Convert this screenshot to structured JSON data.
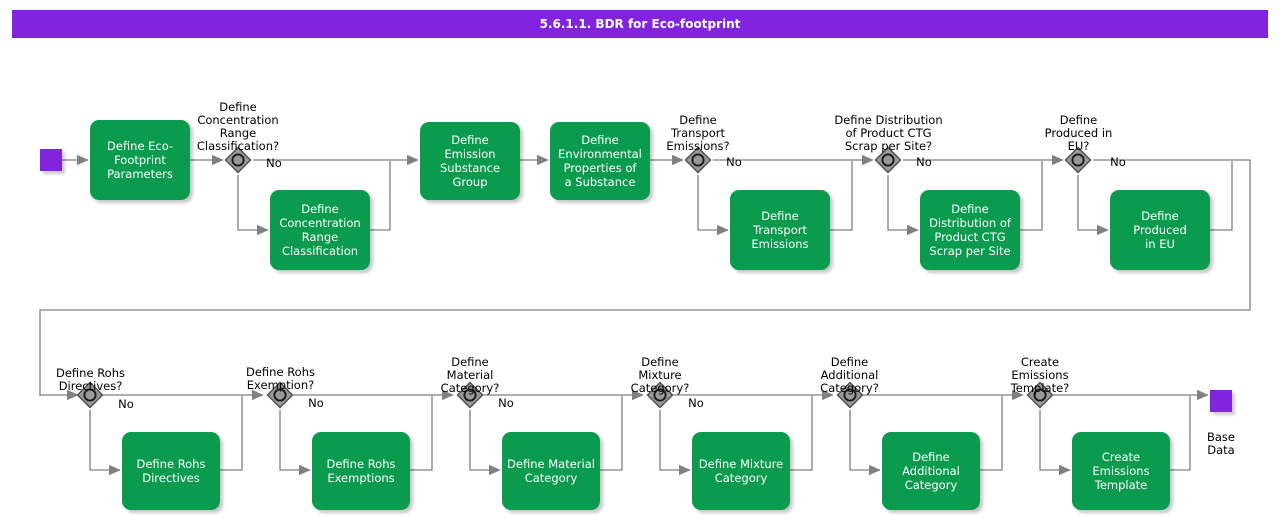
{
  "header": {
    "title": "5.6.1.1. BDR for Eco-footprint",
    "bar_color": "#8223E0",
    "text_color": "#FFFFFF"
  },
  "theme": {
    "task_fill": "#0B9B4E",
    "task_text": "#FFFFFF",
    "gateway_fill": "#999999",
    "gateway_stroke": "#4D4D4D",
    "marker_fill": "#8223E0",
    "connector_stroke": "#808080",
    "background": "#FFFFFF"
  },
  "diagram": {
    "type": "bpmn-flowchart",
    "start_node": {
      "name": "start-marker",
      "label": ""
    },
    "end_node": {
      "name": "end-marker",
      "label": "Base\nData"
    },
    "branch_label": "No",
    "tasks": [
      {
        "id": "t1",
        "label": "Define Eco-\nFootprint\nParameters"
      },
      {
        "id": "t2",
        "label": "Define\nConcentration\nRange\nClassification"
      },
      {
        "id": "t3",
        "label": "Define Emission\nSubstance\nGroup"
      },
      {
        "id": "t4",
        "label": "Define\nEnvironmental\nProperties of\na Substance"
      },
      {
        "id": "t5",
        "label": "Define\nTransport\nEmissions"
      },
      {
        "id": "t6",
        "label": "Define\nDistribution of\nProduct CTG\nScrap per Site"
      },
      {
        "id": "t7",
        "label": "Define Produced\nin EU"
      },
      {
        "id": "t8",
        "label": "Define Rohs\nDirectives"
      },
      {
        "id": "t9",
        "label": "Define Rohs\nExemptions"
      },
      {
        "id": "t10",
        "label": "Define Material\nCategory"
      },
      {
        "id": "t11",
        "label": "Define Mixture\nCategory"
      },
      {
        "id": "t12",
        "label": "Define\nAdditional\nCategory"
      },
      {
        "id": "t13",
        "label": "Create\nEmissions\nTemplate"
      }
    ],
    "gateways": [
      {
        "id": "g1",
        "label": "Define\nConcentration\nRange\nClassification?",
        "no_label": "No"
      },
      {
        "id": "g2",
        "label": "Define\nTransport\nEmissions?",
        "no_label": "No"
      },
      {
        "id": "g3",
        "label": "Define Distribution\nof Product CTG\nScrap per Site?",
        "no_label": "No"
      },
      {
        "id": "g4",
        "label": "Define\nProduced in\nEU?",
        "no_label": "No"
      },
      {
        "id": "g5",
        "label": "Define Rohs\nDirectives?",
        "no_label": "No"
      },
      {
        "id": "g6",
        "label": "Define Rohs\nExemption?",
        "no_label": "No"
      },
      {
        "id": "g7",
        "label": "Define\nMaterial\nCategory?",
        "no_label": "No"
      },
      {
        "id": "g8",
        "label": "Define\nMixture\nCategory?",
        "no_label": "No"
      },
      {
        "id": "g9",
        "label": "Define\nAdditional\nCategory?",
        "no_label": "No"
      },
      {
        "id": "g10",
        "label": "Create\nEmissions\nTemplate?",
        "no_label": "No"
      }
    ]
  }
}
